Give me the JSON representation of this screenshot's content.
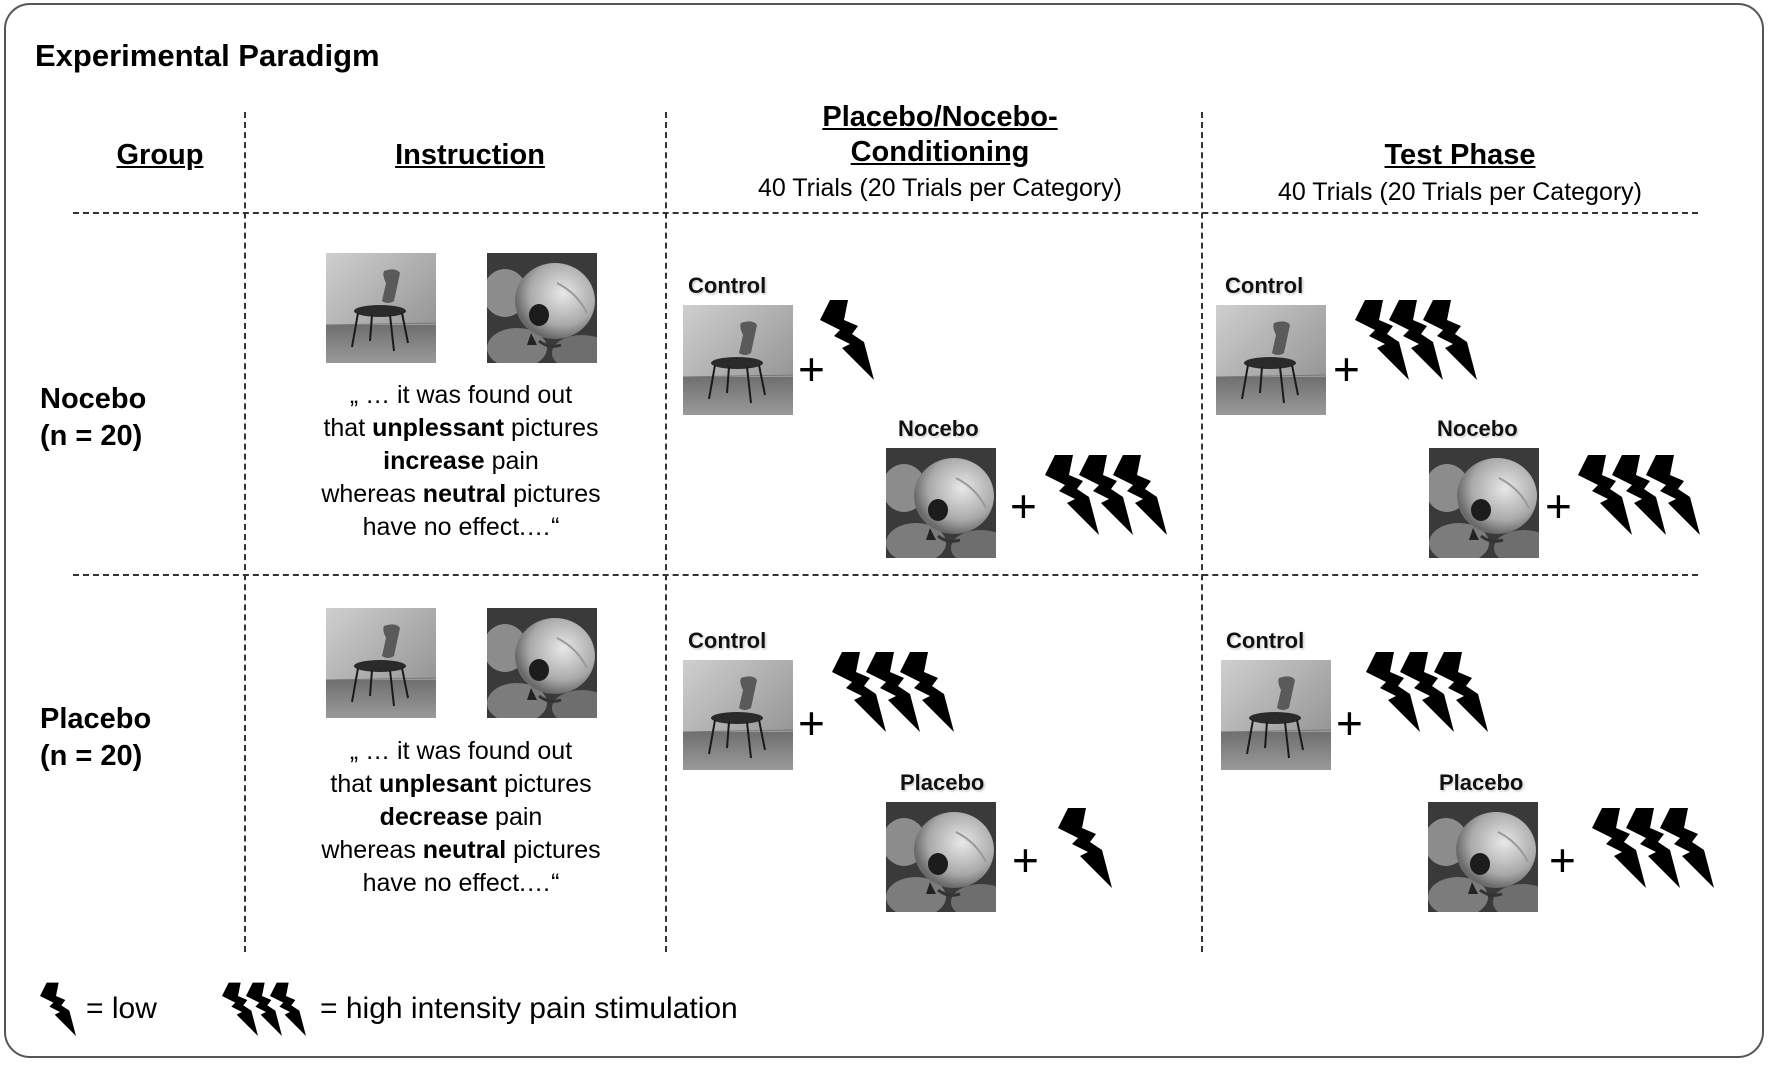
{
  "title": "Experimental Paradigm",
  "headers": {
    "group": "Group",
    "instruction": "Instruction",
    "conditioning_line1": "Placebo/Nocebo-",
    "conditioning_line2": "Conditioning",
    "conditioning_sub": "40 Trials (20 Trials per Category)",
    "test": "Test Phase",
    "test_sub": "40 Trials (20 Trials per Category)"
  },
  "rows": [
    {
      "group_name": "Nocebo",
      "group_n": "(n = 20)",
      "instruction": {
        "l1": "„ … it was found out",
        "l2_pre": "that ",
        "l2_bold": "unplessant",
        "l2_post": " pictures",
        "l3_bold": "increase",
        "l3_post": " pain",
        "l4_pre": "whereas ",
        "l4_bold": "neutral",
        "l4_post": " pictures",
        "l5": "have no effect.…“"
      },
      "conditioning": {
        "control_label": "Control",
        "control_intensity": "low",
        "exp_label": "Nocebo",
        "exp_intensity": "high"
      },
      "test": {
        "control_label": "Control",
        "control_intensity": "high",
        "exp_label": "Nocebo",
        "exp_intensity": "high"
      }
    },
    {
      "group_name": "Placebo",
      "group_n": "(n = 20)",
      "instruction": {
        "l1": "„ … it was found out",
        "l2_pre": "that ",
        "l2_bold": "unplesant",
        "l2_post": " pictures",
        "l3_bold": "decrease",
        "l3_post": " pain",
        "l4_pre": "whereas ",
        "l4_bold": "neutral",
        "l4_post": " pictures",
        "l5": "have no effect.…“"
      },
      "conditioning": {
        "control_label": "Control",
        "control_intensity": "high",
        "exp_label": "Placebo",
        "exp_intensity": "low"
      },
      "test": {
        "control_label": "Control",
        "control_intensity": "high",
        "exp_label": "Placebo",
        "exp_intensity": "high"
      }
    }
  ],
  "plus": "+",
  "legend": {
    "low_text": "= low",
    "high_text": "= high intensity pain stimulation"
  },
  "icons": {
    "neutral_picture": "chair-photo-icon",
    "unpleasant_picture": "skull-photo-icon",
    "low_stimulation": "lightning-bolt-icon",
    "high_stimulation": "triple-lightning-bolt-icon"
  },
  "colors": {
    "frame": "#555555",
    "bolt": "#000000",
    "dashes": "#333333"
  }
}
